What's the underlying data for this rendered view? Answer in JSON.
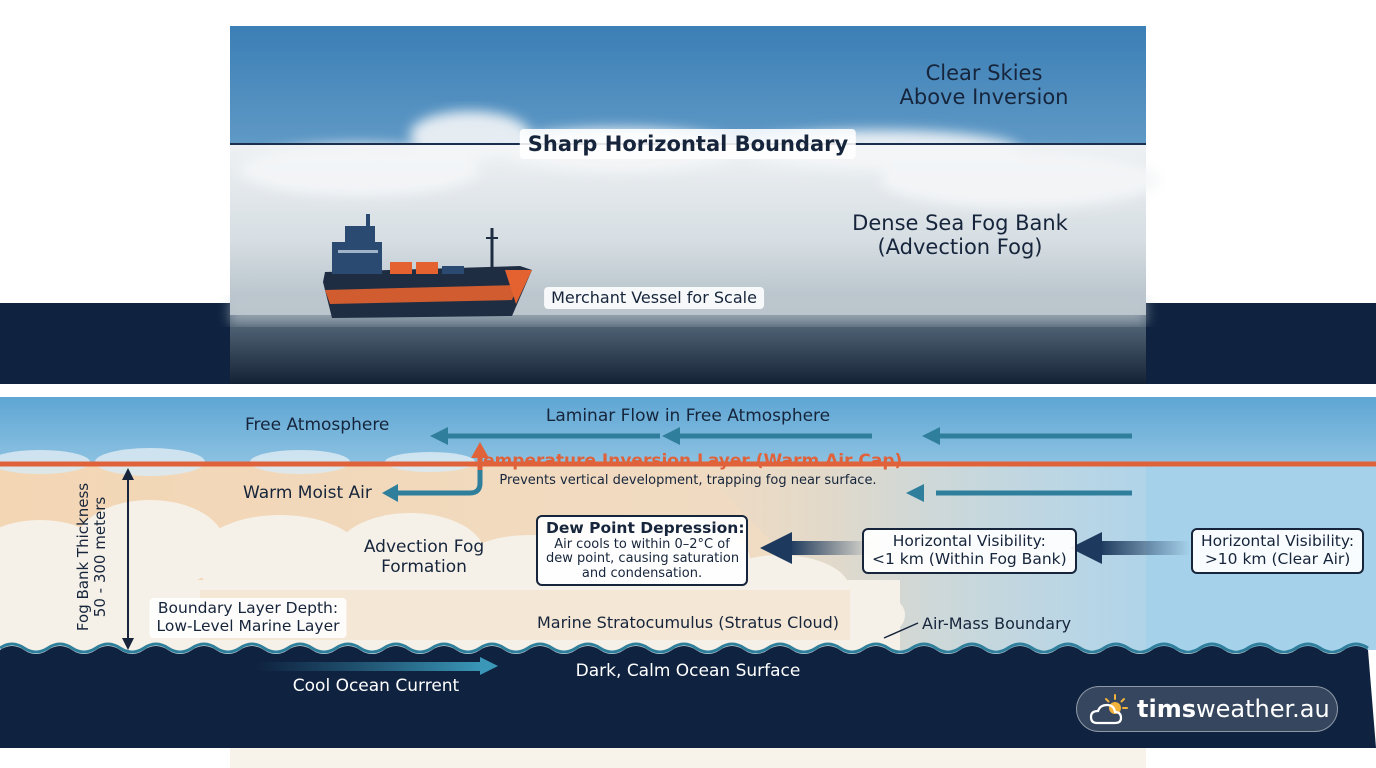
{
  "photo": {
    "clear_skies": [
      "Clear Skies",
      "Above Inversion"
    ],
    "boundary": "Sharp Horizontal Boundary",
    "fog_bank": [
      "Dense Sea Fog Bank",
      "(Advection Fog)"
    ],
    "vessel": "Merchant Vessel for Scale"
  },
  "diagram": {
    "free_atmosphere": "Free Atmosphere",
    "laminar_flow": "Laminar Flow in Free Atmosphere",
    "inversion": {
      "title": "Temperature Inversion Layer (Warm Air Cap)",
      "subtitle": "Prevents vertical development, trapping fog near surface."
    },
    "warm_moist_air": "Warm Moist Air",
    "advection_formation": [
      "Advection Fog",
      "Formation"
    ],
    "dew_point": {
      "title": "Dew Point Depression:",
      "lines": [
        "Air cools to within 0–2°C of",
        "dew point, causing saturation",
        "and condensation."
      ]
    },
    "visibility_inside": [
      "Horizontal Visibility:",
      "<1 km (Within Fog Bank)"
    ],
    "visibility_outside": [
      "Horizontal Visibility:",
      ">10 km (Clear Air)"
    ],
    "boundary_layer": [
      "Boundary Layer Depth:",
      "Low-Level Marine Layer"
    ],
    "stratocumulus": "Marine Stratocumulus (Stratus Cloud)",
    "air_mass_boundary": "Air-Mass Boundary",
    "fog_thickness": [
      "Fog Bank Thickness",
      "50 - 300 meters"
    ],
    "ocean_surface": "Dark, Calm Ocean Surface",
    "ocean_current": "Cool Ocean Current"
  },
  "brand": {
    "bold": "tims",
    "regular": "weather.au",
    "icon": "sun-cloud-icon"
  },
  "colors": {
    "navy": "#0f2340",
    "inversion_orange": "#e0623a",
    "flow_teal": "#2f7f9c",
    "sky_blue": "#3f88bd"
  }
}
